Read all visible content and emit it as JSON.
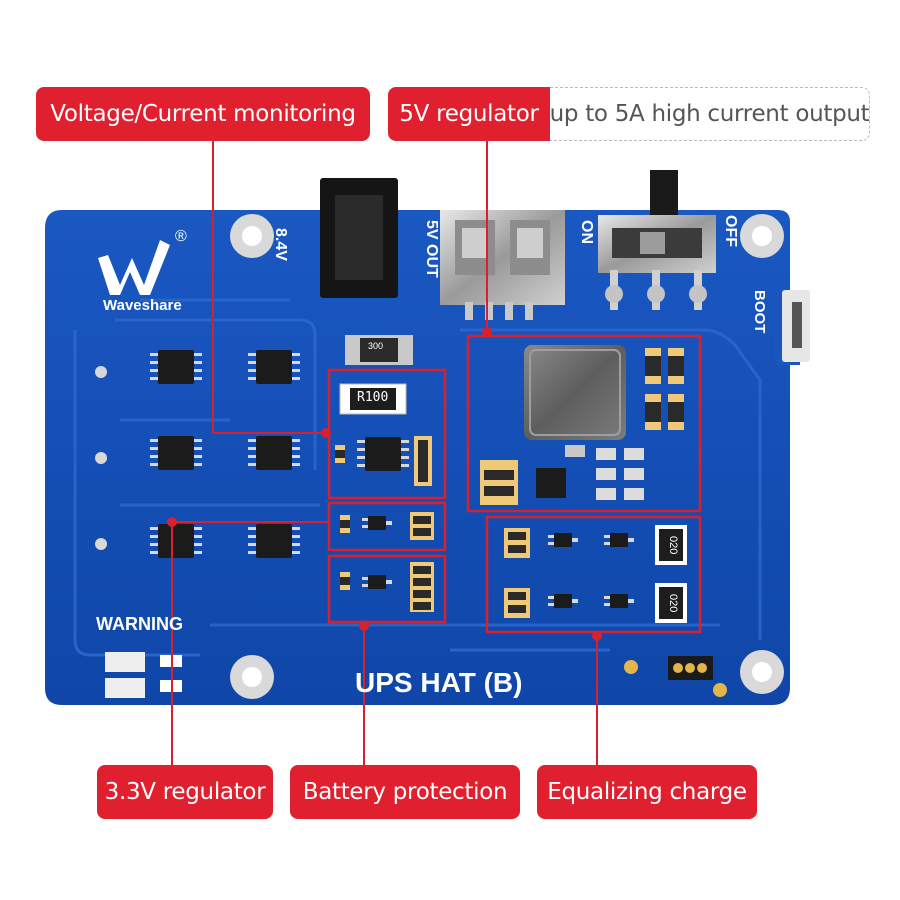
{
  "callouts": {
    "voltage_current": "Voltage/Current monitoring",
    "regulator_5v": "5V regulator",
    "regulator_5v_note": "up to 5A high current output",
    "regulator_3v3": "3.3V regulator",
    "battery_protection": "Battery protection",
    "equalizing_charge": "Equalizing charge"
  },
  "board": {
    "brand": "Waveshare",
    "registered_mark": "®",
    "title": "UPS HAT (B)",
    "warning": "WARNING",
    "label_84v": "8.4V",
    "label_5v_out": "5V OUT",
    "label_on": "ON",
    "label_off": "OFF",
    "label_boot": "BOOT",
    "resistor_r100": "R100",
    "resistor_020_a": "020",
    "resistor_020_b": "020",
    "cap_code": "300"
  },
  "colors": {
    "callout_red": "#e0202e",
    "pcb_blue": "#1550b8",
    "pcb_trace": "#2a64c8"
  }
}
